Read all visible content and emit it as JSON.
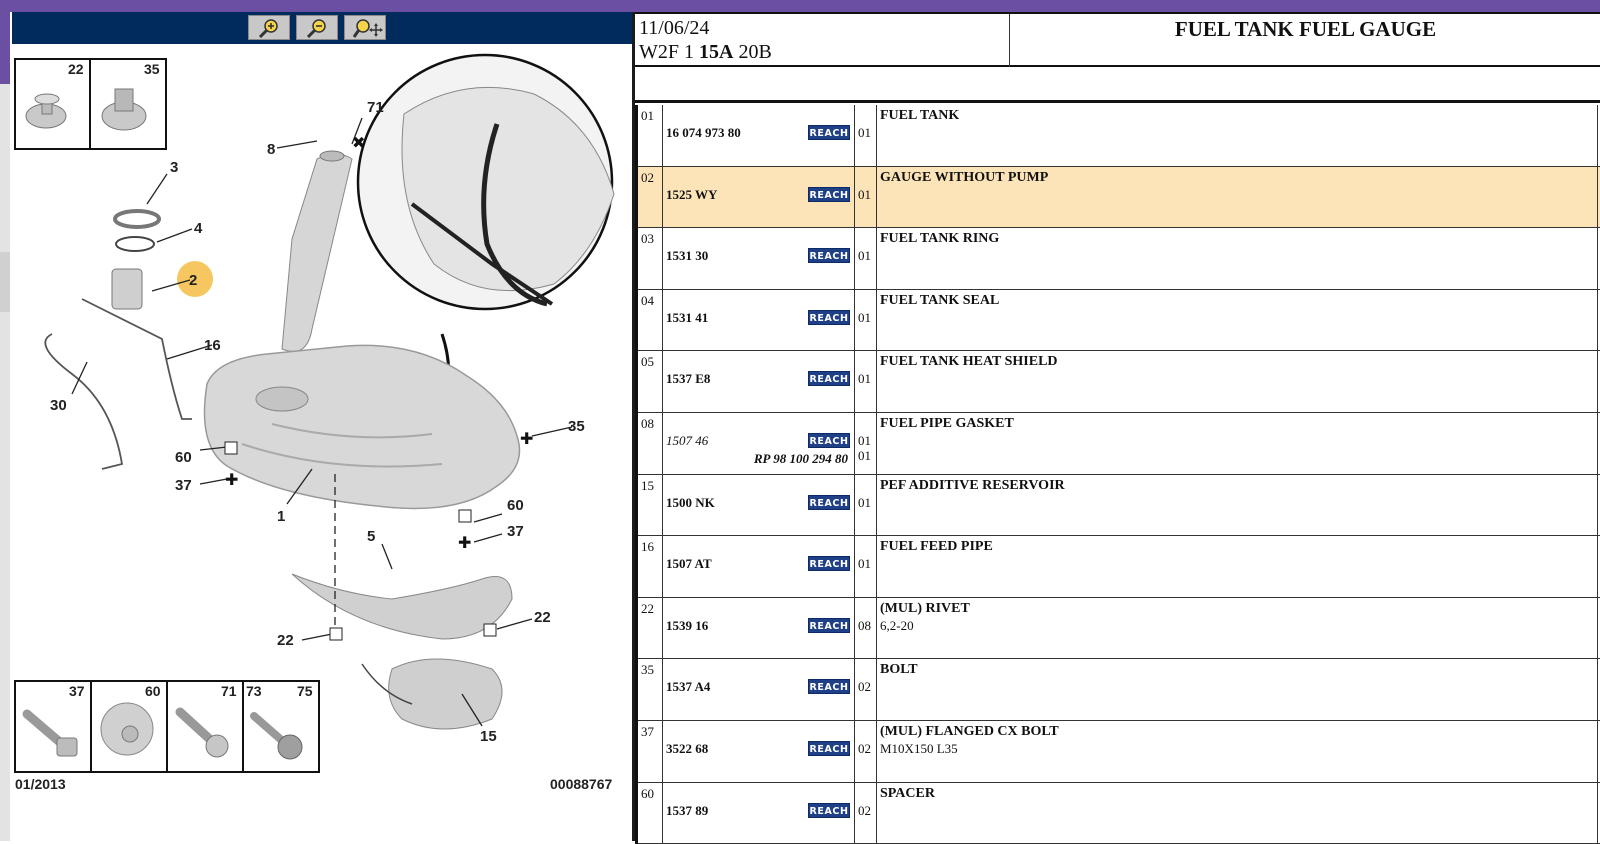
{
  "header": {
    "date": "11/06/24",
    "code_prefix": "W2F 1 ",
    "code_bold": "15A",
    "code_suffix": " 20B",
    "title": "FUEL TANK FUEL GAUGE"
  },
  "diagram": {
    "zoom_buttons": [
      "zoom-in",
      "zoom-out",
      "zoom-pan"
    ],
    "date_code": "01/2013",
    "drawing_number": "00088767",
    "top_inset_labels": [
      "22",
      "35"
    ],
    "bottom_inset_labels": [
      "37",
      "60",
      "71",
      "73",
      "75"
    ],
    "callouts": {
      "c71": "71",
      "c8": "8",
      "c3": "3",
      "c4": "4",
      "c2": "2",
      "c16": "16",
      "c30": "30",
      "c35": "35",
      "c60a": "60",
      "c37a": "37",
      "c1": "1",
      "c60b": "60",
      "c37b": "37",
      "c5": "5",
      "c22a": "22",
      "c22b": "22",
      "c15": "15"
    },
    "highlight_color": "#f6c760"
  },
  "reach_label": "REACH",
  "rows": [
    {
      "ref": "01",
      "part": "16 074 973 80",
      "qty": "01",
      "desc": "FUEL TANK"
    },
    {
      "ref": "02",
      "part": "1525 WY",
      "qty": "01",
      "desc": "GAUGE WITHOUT PUMP",
      "selected": true
    },
    {
      "ref": "03",
      "part": "1531 30",
      "qty": "01",
      "desc": "FUEL TANK RING"
    },
    {
      "ref": "04",
      "part": "1531 41",
      "qty": "01",
      "desc": "FUEL TANK SEAL"
    },
    {
      "ref": "05",
      "part": "1537 E8",
      "qty": "01",
      "desc": "FUEL TANK HEAT SHIELD"
    },
    {
      "ref": "08",
      "part": "1507 46",
      "italic": true,
      "qty": "01",
      "alt": "RP 98 100 294 80",
      "qty2": "01",
      "desc": "FUEL PIPE GASKET"
    },
    {
      "ref": "15",
      "part": "1500 NK",
      "qty": "01",
      "desc": "PEF ADDITIVE RESERVOIR"
    },
    {
      "ref": "16",
      "part": "1507 AT",
      "qty": "01",
      "desc": "FUEL FEED PIPE"
    },
    {
      "ref": "22",
      "part": "1539 16",
      "qty": "08",
      "desc": "(MUL) RIVET",
      "desc2": "6,2-20"
    },
    {
      "ref": "35",
      "part": "1537 A4",
      "qty": "02",
      "desc": "BOLT"
    },
    {
      "ref": "37",
      "part": "3522 68",
      "qty": "02",
      "desc": "(MUL) FLANGED CX BOLT",
      "desc2": "M10X150 L35"
    },
    {
      "ref": "60",
      "part": "1537 89",
      "qty": "02",
      "desc": "SPACER"
    }
  ]
}
